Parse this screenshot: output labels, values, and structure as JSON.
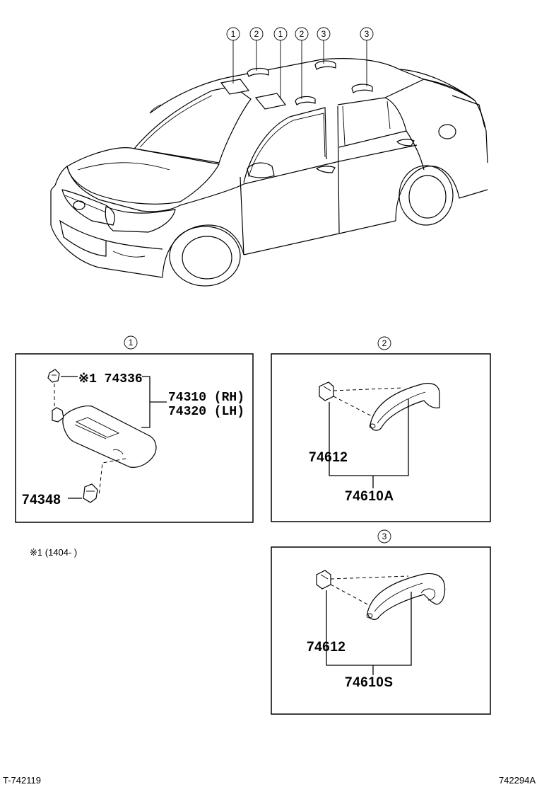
{
  "callouts": {
    "top": [
      "1",
      "2",
      "1",
      "2",
      "3",
      "3"
    ],
    "panel1": "1",
    "panel2": "2",
    "panel3": "3"
  },
  "panel1": {
    "clip_part": "※1 74336",
    "visor_rh": "74310 (RH)",
    "visor_lh": "74320 (LH)",
    "holder_part": "74348"
  },
  "panel2": {
    "cover_part": "74612",
    "grip_part": "74610A"
  },
  "panel3": {
    "cover_part": "74612",
    "grip_part": "74610S"
  },
  "note": "※1 (1404-        )",
  "footer": {
    "left_code": "T-742119",
    "right_code": "742294A"
  }
}
